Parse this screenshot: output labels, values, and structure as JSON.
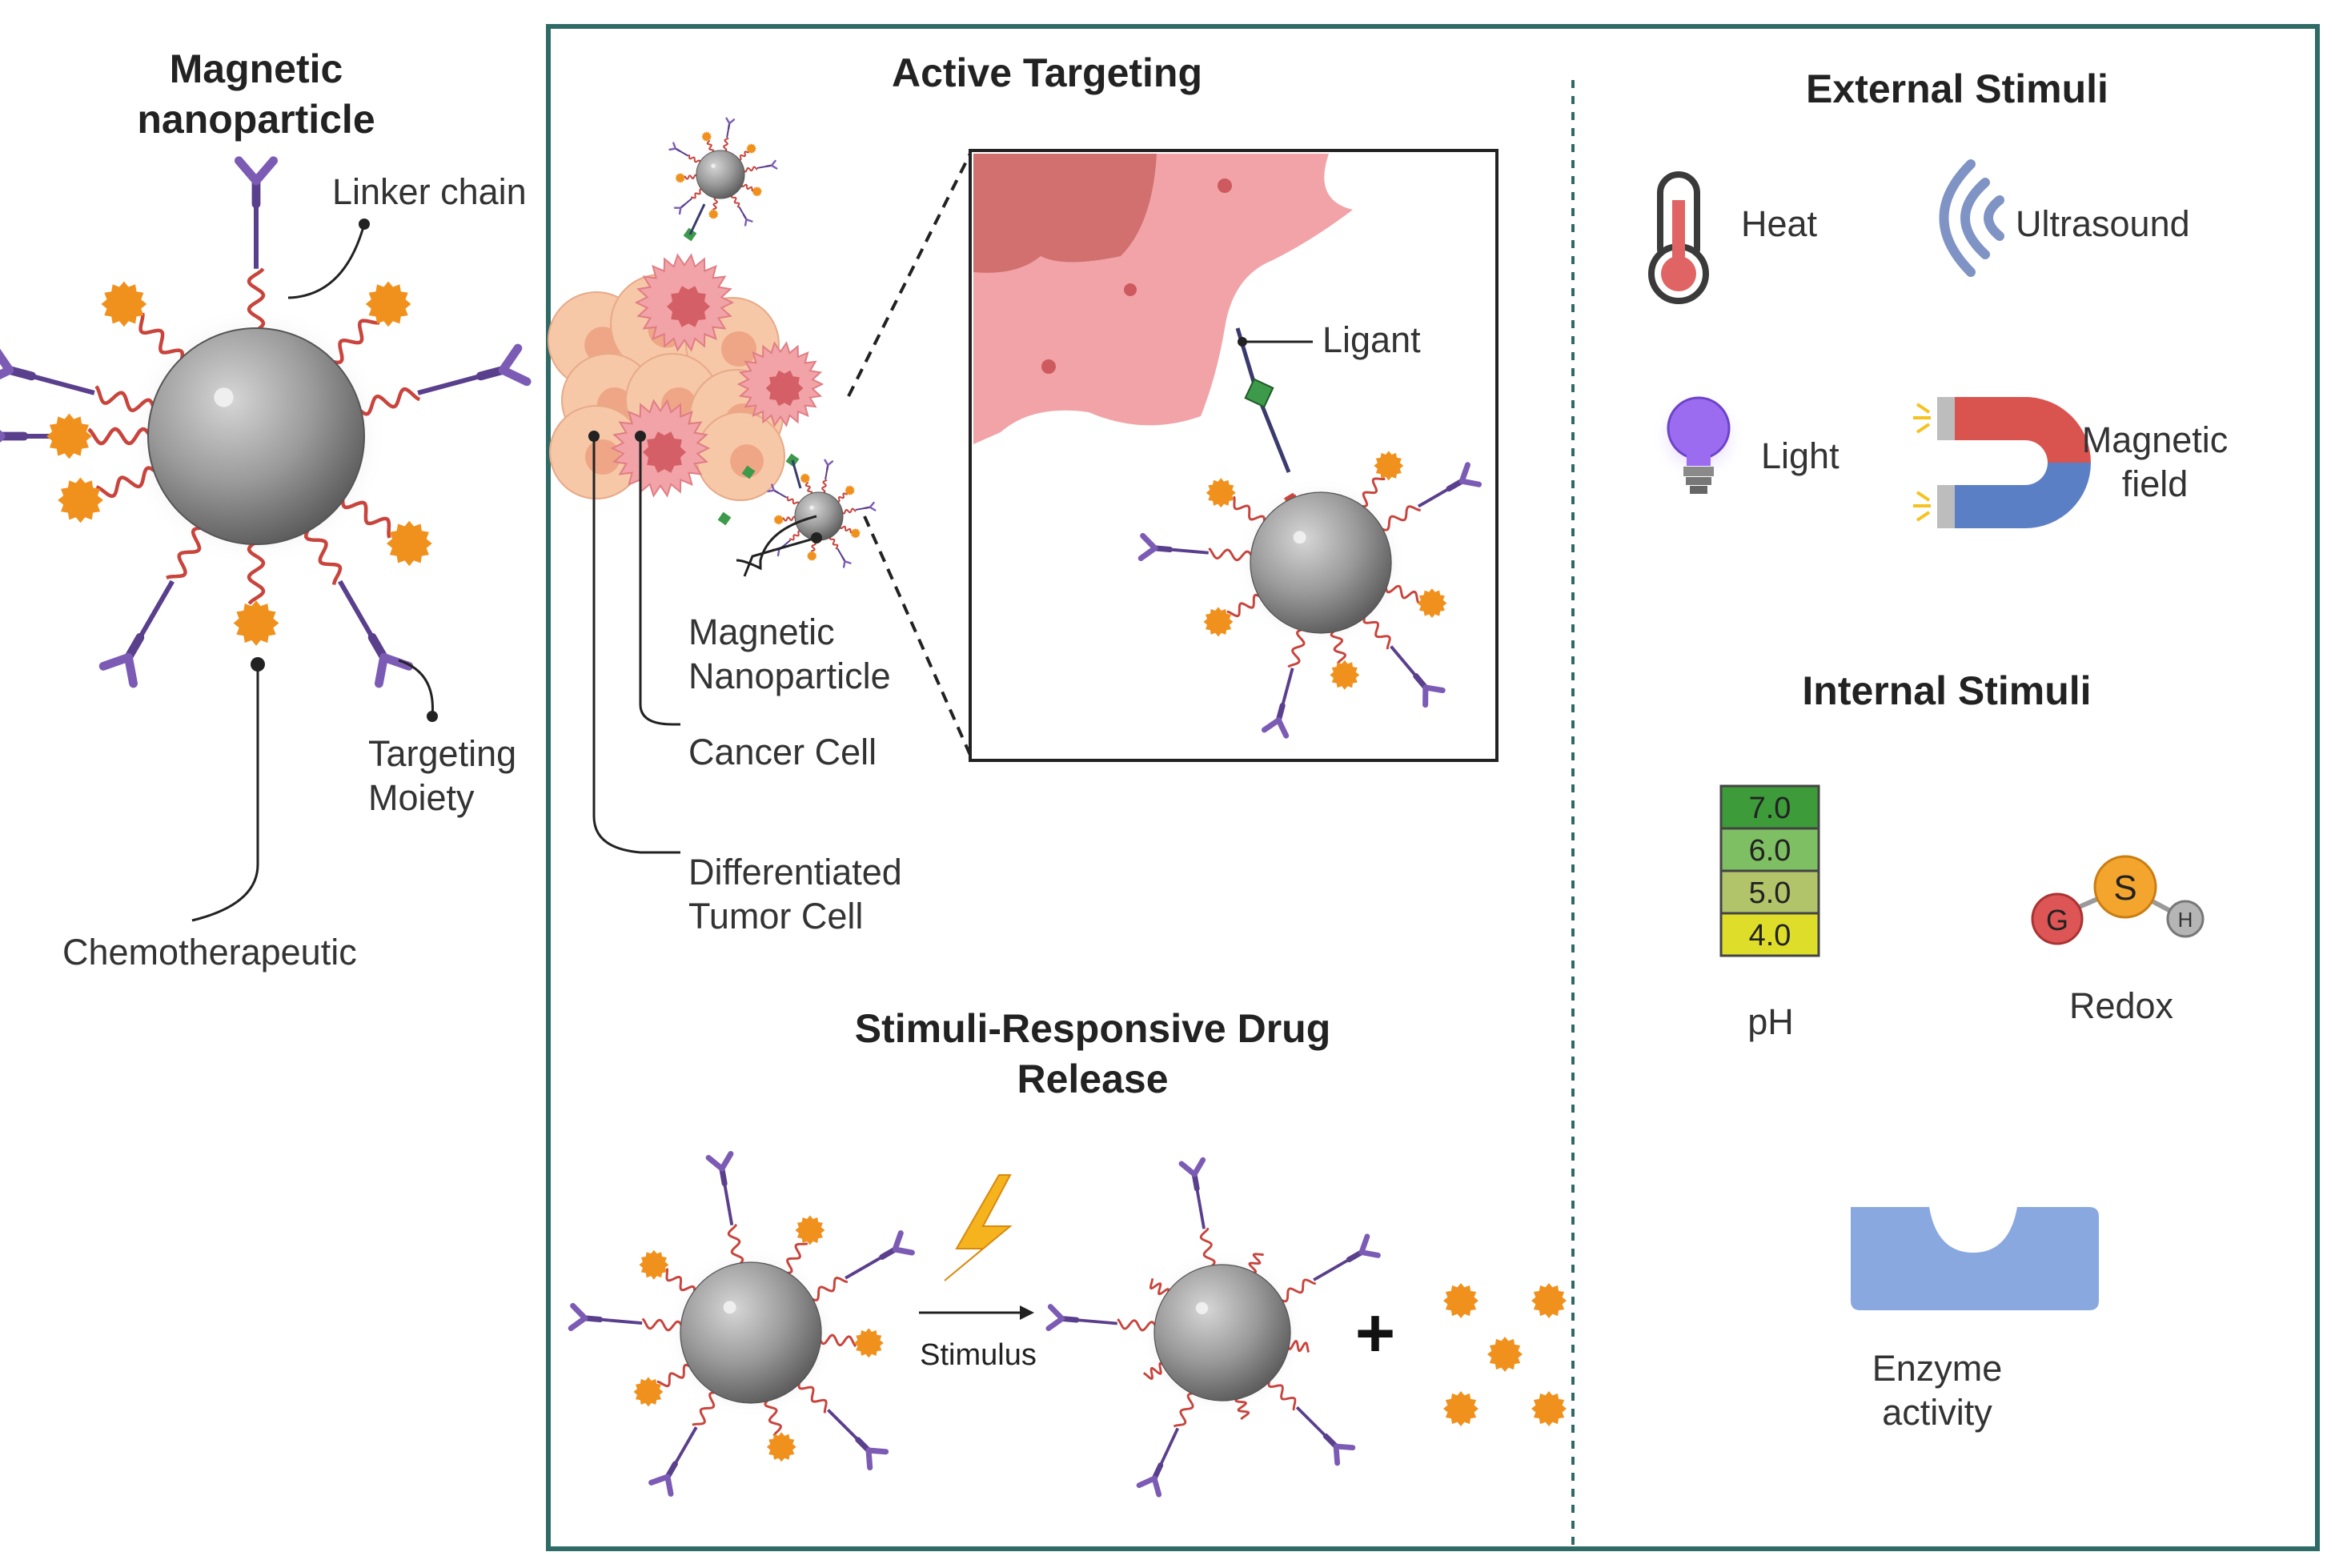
{
  "titles": {
    "magnetic_nanoparticle_line1": "Magnetic",
    "magnetic_nanoparticle_line2": "nanoparticle",
    "active_targeting": "Active Targeting",
    "external_stimuli": "External Stimuli",
    "internal_stimuli": "Internal Stimuli",
    "drug_release_line1": "Stimuli-Responsive Drug",
    "drug_release_line2": "Release"
  },
  "left_labels": {
    "linker_chain": "Linker chain",
    "targeting_line1": "Targeting",
    "targeting_line2": "Moiety",
    "chemotherapeutic": "Chemotherapeutic"
  },
  "targeting_labels": {
    "ligant": "Ligant",
    "magnetic_line1": "Magnetic",
    "magnetic_line2": "Nanoparticle",
    "cancer_cell": "Cancer Cell",
    "differentiated_line1": "Differentiated",
    "differentiated_line2": "Tumor Cell"
  },
  "external": {
    "heat": "Heat",
    "ultrasound": "Ultrasound",
    "light": "Light",
    "magnetic_line1": "Magnetic",
    "magnetic_line2": "field"
  },
  "internal": {
    "ph_values": [
      "7.0",
      "6.0",
      "5.0",
      "4.0"
    ],
    "ph_colors": [
      "#3e9b3a",
      "#7fbf63",
      "#b2c46a",
      "#dede2a"
    ],
    "ph_label": "pH",
    "redox_label": "Redox",
    "redox_atoms": [
      "G",
      "S",
      "H"
    ],
    "enzyme_line1": "Enzyme",
    "enzyme_line2": "activity"
  },
  "release": {
    "stimulus_label": "Stimulus",
    "plus": "+"
  },
  "colors": {
    "panel_border": "#2f6b66",
    "drug_orange": "#f0911e",
    "linker_red": "#c8443c",
    "antibody_purple": "#5a3f8c",
    "particle_gray": "#8c8c8c",
    "cancer_pink": "#f2a3a7",
    "differentiated_peach": "#f6c8a8",
    "magnet_red": "#d9534f",
    "magnet_blue": "#5b7fc4",
    "enzyme_blue": "#8aa8e0",
    "bulb_purple": "#9b6cf0"
  }
}
